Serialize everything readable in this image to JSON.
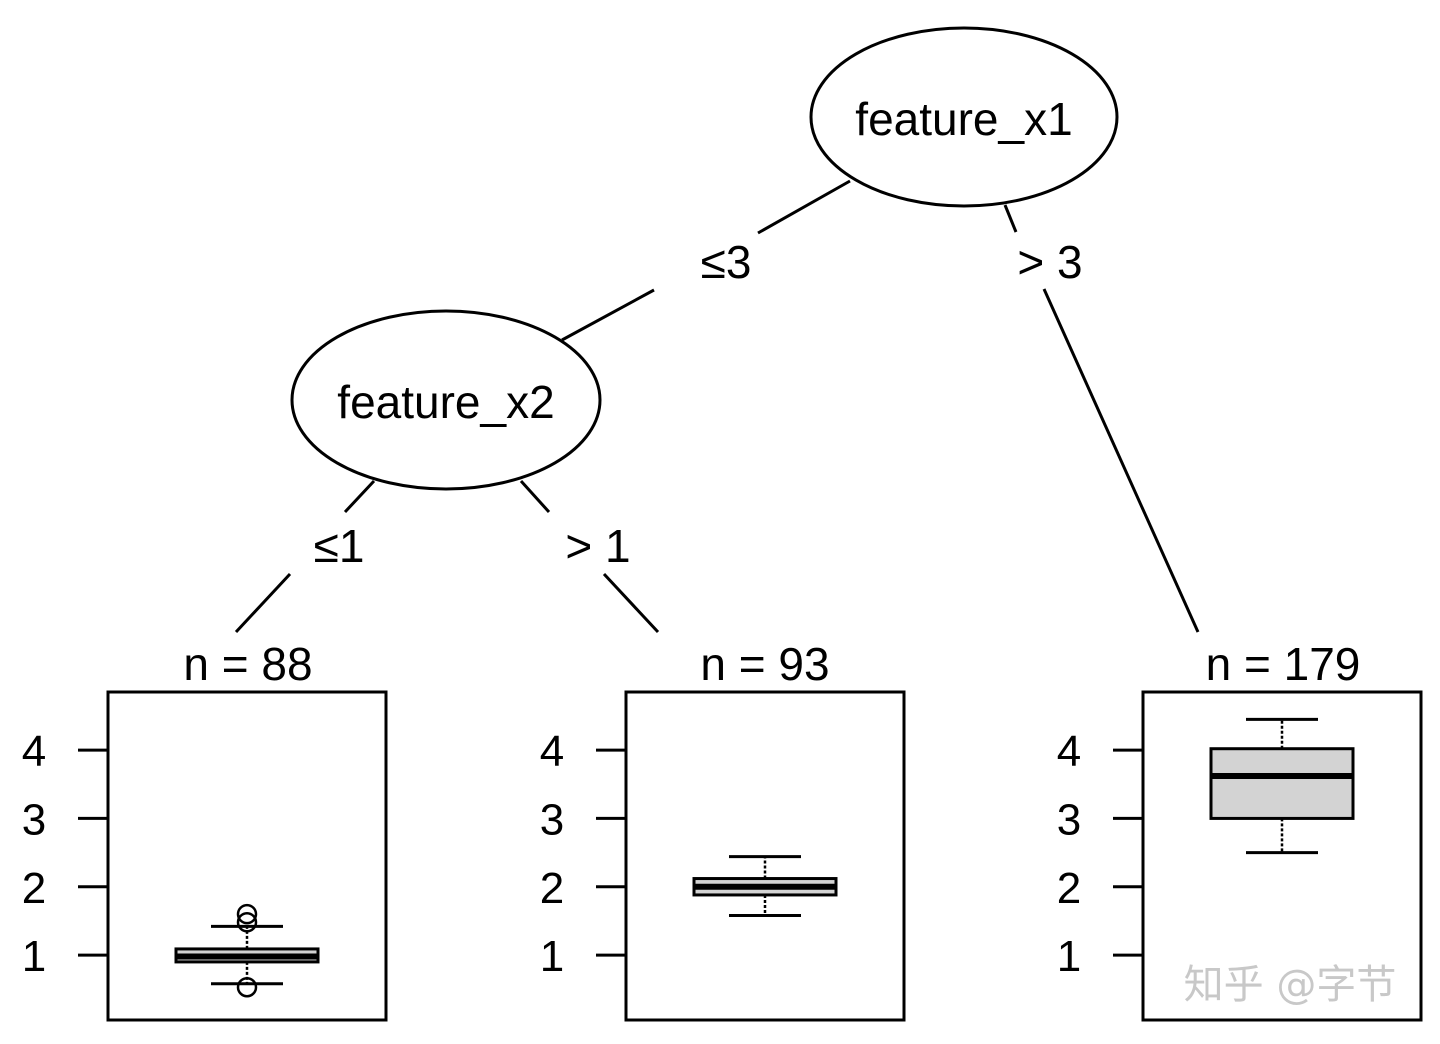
{
  "tree": {
    "nodes": [
      {
        "id": "node-1",
        "label": "feature_x1"
      },
      {
        "id": "node-2",
        "label": "feature_x2"
      }
    ],
    "edges": [
      {
        "from": "node-1",
        "to": "node-2",
        "label": "≤3"
      },
      {
        "from": "node-1",
        "to": "leaf-3",
        "label": "> 3"
      },
      {
        "from": "node-2",
        "to": "leaf-1",
        "label": "≤1"
      },
      {
        "from": "node-2",
        "to": "leaf-2",
        "label": "> 1"
      }
    ],
    "leaves": [
      {
        "id": "leaf-1",
        "n_label": "n = 88",
        "n": 88
      },
      {
        "id": "leaf-2",
        "n_label": "n = 93",
        "n": 93
      },
      {
        "id": "leaf-3",
        "n_label": "n = 179",
        "n": 179
      }
    ]
  },
  "chart_data": {
    "type": "boxplot",
    "title": "",
    "xlabel": "",
    "ylabel": "",
    "ylim": [
      0.05,
      4.85
    ],
    "yticks": [
      1,
      2,
      3,
      4
    ],
    "ytick_labels": [
      "1",
      "2",
      "3",
      "4"
    ],
    "box_fill": "#d3d3d3",
    "series": [
      {
        "name": "n = 88",
        "whisker_low": 0.58,
        "q1": 0.9,
        "median": 0.98,
        "q3": 1.09,
        "whisker_high": 1.42,
        "outliers": [
          1.48,
          1.6,
          0.53
        ]
      },
      {
        "name": "n = 93",
        "whisker_low": 1.58,
        "q1": 1.88,
        "median": 2.0,
        "q3": 2.12,
        "whisker_high": 2.44,
        "outliers": []
      },
      {
        "name": "n = 179",
        "whisker_low": 2.5,
        "q1": 3.0,
        "median": 3.62,
        "q3": 4.02,
        "whisker_high": 4.45,
        "outliers": []
      }
    ]
  },
  "watermark": "知乎 @字节"
}
